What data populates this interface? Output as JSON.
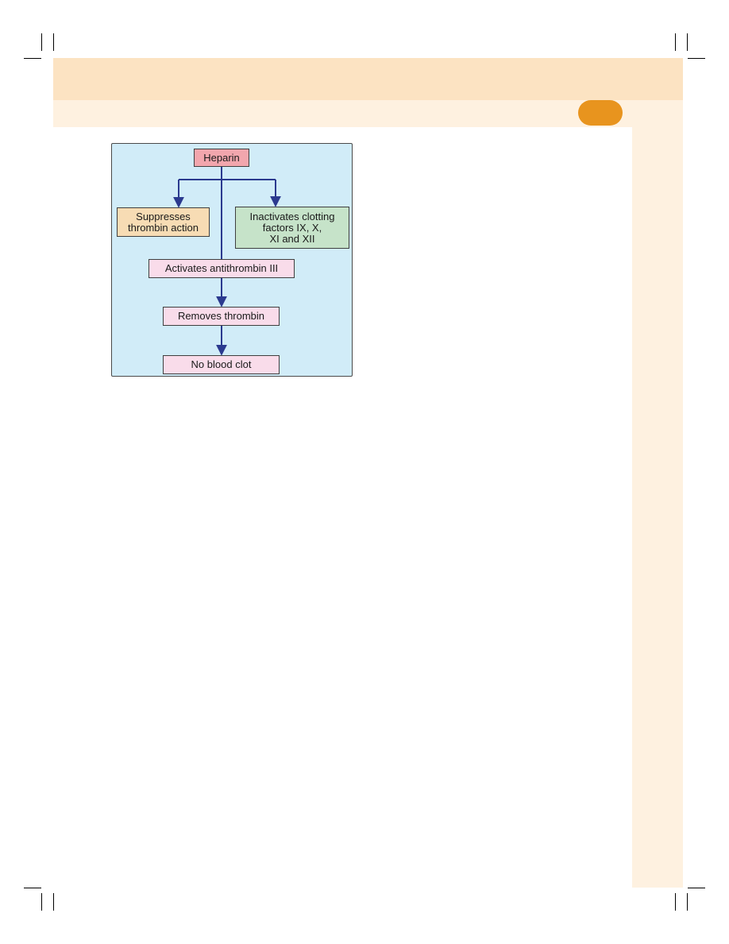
{
  "colors": {
    "header_band": "#fce3c2",
    "sub_band": "#fef1e0",
    "page_badge": "#e8941e",
    "panel_background": "#d1ecf8",
    "arrow": "#2b3a8f",
    "node_root": "#f2a6ad",
    "node_suppress": "#f7dcb4",
    "node_inactivate": "#c6e3c9",
    "node_pink": "#f9dcea"
  },
  "diagram": {
    "nodes": {
      "heparin": "Heparin",
      "suppresses": "Suppresses\nthrombin action",
      "inactivates": "Inactivates clotting\nfactors IX, X,\nXI and XII",
      "activates": "Activates antithrombin III",
      "removes": "Removes thrombin",
      "no_clot": "No blood clot"
    },
    "edges": [
      [
        "heparin",
        "suppresses"
      ],
      [
        "heparin",
        "inactivates"
      ],
      [
        "heparin",
        "activates"
      ],
      [
        "activates",
        "removes"
      ],
      [
        "removes",
        "no_clot"
      ]
    ]
  }
}
